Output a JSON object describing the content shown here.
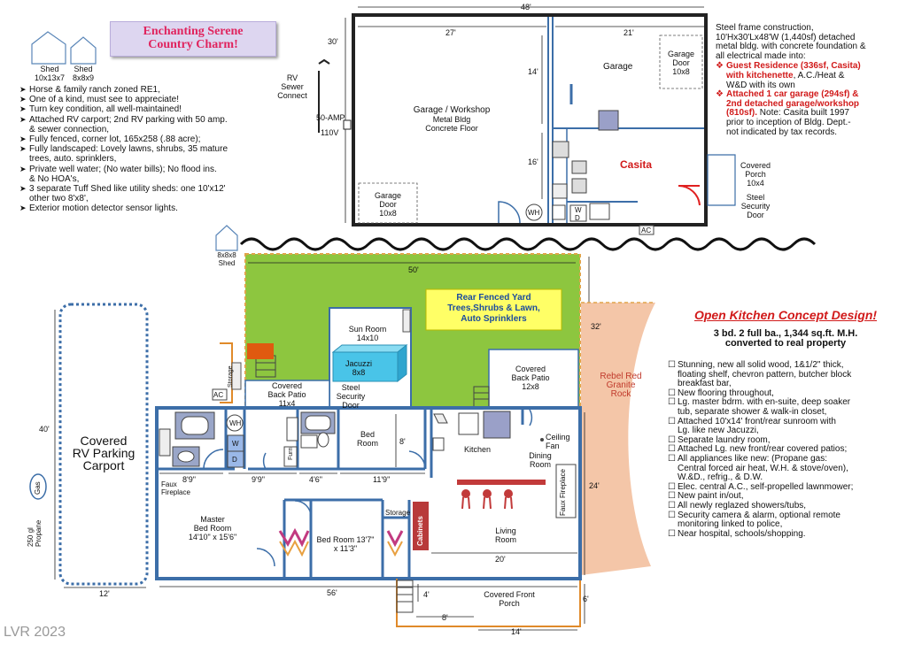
{
  "title": [
    "Enchanting Serene",
    "Country Charm!"
  ],
  "sheds": [
    {
      "label": "Shed",
      "size": "10x13x7"
    },
    {
      "label": "Shed",
      "size": "8x8x9"
    }
  ],
  "features": [
    "Horse & family ranch zoned RE1,",
    "One of a kind, must see to appreciate!",
    "Turn key condition, all well-maintained!",
    "Attached RV carport; 2nd RV parking with 50 amp.",
    "& sewer connection,",
    "Fully fenced, corner lot, 165x258 (.88 acre);",
    "Fully landscaped: Lovely lawns, shrubs, 35 mature",
    "trees, auto. sprinklers,",
    "Private well water; (No water bills); No flood ins.",
    "& No HOA's,",
    "3 separate Tuff Shed like utility sheds: one 10'x12'",
    "other two 8'x8',",
    "Exterior motion detector sensor lights."
  ],
  "garage": {
    "dim_total": "48'",
    "dim_left": "27'",
    "dim_right": "21'",
    "dim_height": "30'",
    "dim_14": "14'",
    "dim_16": "16'",
    "main": [
      "Garage / Workshop",
      "Metal Bldg",
      "Concrete Floor"
    ],
    "door_left": [
      "Garage",
      "Door",
      "10x8"
    ],
    "door_right": [
      "Garage",
      "Door",
      "10x8"
    ],
    "garage_label": "Garage",
    "casita": "Casita",
    "rv_sewer": [
      "RV",
      "Sewer",
      "Connect"
    ],
    "amp": "50-AMP",
    "volt": "110V",
    "wh": "WH",
    "w": "W",
    "d": "D",
    "ac": "AC",
    "porch": [
      "Covered",
      "Porch",
      "10x4"
    ],
    "security": [
      "Steel",
      "Security",
      "Door"
    ]
  },
  "garage_desc": {
    "lines": [
      "Steel frame construction,",
      "10'Hx30'Lx48'W (1,440sf) detached",
      "metal bldg. with concrete foundation &",
      "all electrical made into:"
    ],
    "items": [
      {
        "red": [
          "Guest Residence  (336sf, Casita)",
          "with kitchenette"
        ],
        "rest": [
          ", A.C./Heat &",
          "W&D with its own"
        ]
      },
      {
        "red": [
          "Attached 1 car garage (294sf) &",
          "2nd detached garage/workshop",
          "(810sf)."
        ],
        "rest": [
          " Note: Casita built 1997",
          "prior to inception of Bldg. Dept.-",
          "not indicated by tax records."
        ]
      }
    ]
  },
  "shed3": {
    "label": "8x8x8",
    "sub": "Shed"
  },
  "yard": {
    "dim": "50'",
    "dim_side": "32'",
    "label": [
      "Rear Fenced Yard",
      "Trees,Shrubs & Lawn,",
      "Auto Sprinklers"
    ]
  },
  "sunroom": {
    "name": "Sun Room",
    "size": "14x10"
  },
  "jacuzzi": {
    "name": "Jacuzzi",
    "size": "8x8"
  },
  "back_patio_l": {
    "lines": [
      "Covered",
      "Back Patio",
      "11x4"
    ]
  },
  "back_patio_r": {
    "lines": [
      "Covered",
      "Back Patio",
      "12x8"
    ]
  },
  "steel_door": [
    "Steel",
    "Security",
    "Door"
  ],
  "storage_l": "Storage",
  "ac": "AC",
  "rock": [
    "Rebel Red",
    "Granite",
    "Rock"
  ],
  "carport": {
    "lines": [
      "Covered",
      "RV Parking",
      "Carport"
    ],
    "dim_h": "40'",
    "dim_w": "12'",
    "gas": "Gas",
    "propane": [
      "250 gl",
      "Propane"
    ]
  },
  "house": {
    "dim_total": "56'",
    "dim_24": "24'",
    "dim_20": "20'",
    "dim_8": "8'",
    "seg": [
      "8'9\"",
      "9'9\"",
      "4'6\"",
      "11'9\""
    ],
    "bed": [
      "Bed",
      "Room"
    ],
    "kitchen": "Kitchen",
    "dining": [
      "Dining",
      "Room"
    ],
    "ceiling": [
      "Ceiling",
      "Fan"
    ],
    "master": [
      "Master",
      "Bed Room",
      "14'10\" x 15'6\""
    ],
    "bed2": [
      "Bed Room 13'7\"",
      "x 11'3\""
    ],
    "living": [
      "Living",
      "Room"
    ],
    "storage": "Storage",
    "cabinets": "Cabinets",
    "faux_l": [
      "Faux",
      "Fireplace"
    ],
    "faux_r": "Faux Fireplace",
    "furn": "Furn",
    "wh": "WH",
    "w": "W",
    "d": "D"
  },
  "front_porch": {
    "lines": [
      "Covered Front",
      "Porch"
    ],
    "dim_4": "4'",
    "dim_8": "8'",
    "dim_14": "14'",
    "dim_6": "6'"
  },
  "kitchen_design": {
    "heading": "Open Kitchen Concept Design!",
    "sub": [
      "3 bd. 2 full ba., 1,344 sq.ft. M.H.",
      "converted to real property"
    ],
    "items": [
      "Stunning, new all solid wood, 1&1/2\" thick,",
      "floating shelf, chevron pattern, butcher block",
      "breakfast bar,",
      "New flooring throughout,",
      "Lg. master bdrm. with en-suite, deep soaker",
      "tub, separate shower & walk-in closet,",
      "Attached 10'x14' front/rear sunroom with",
      "Lg. like new Jacuzzi,",
      "Separate laundry room,",
      "Attached Lg. new front/rear covered patios;",
      "All appliances like new: (Propane gas:",
      "Central forced air heat, W.H. & stove/oven),",
      "W.&D., refrig., & D.W.",
      "Elec. central A.C., self-propelled lawnmower;",
      "New paint in/out,",
      "All newly reglazed showers/tubs,",
      "Security camera & alarm, optional remote",
      "monitoring linked to police,",
      "Near hospital, schools/shopping."
    ],
    "item_start": [
      true,
      false,
      false,
      true,
      true,
      false,
      true,
      false,
      true,
      true,
      true,
      false,
      false,
      true,
      true,
      true,
      true,
      false,
      true
    ]
  },
  "watermark": "LVR 2023"
}
